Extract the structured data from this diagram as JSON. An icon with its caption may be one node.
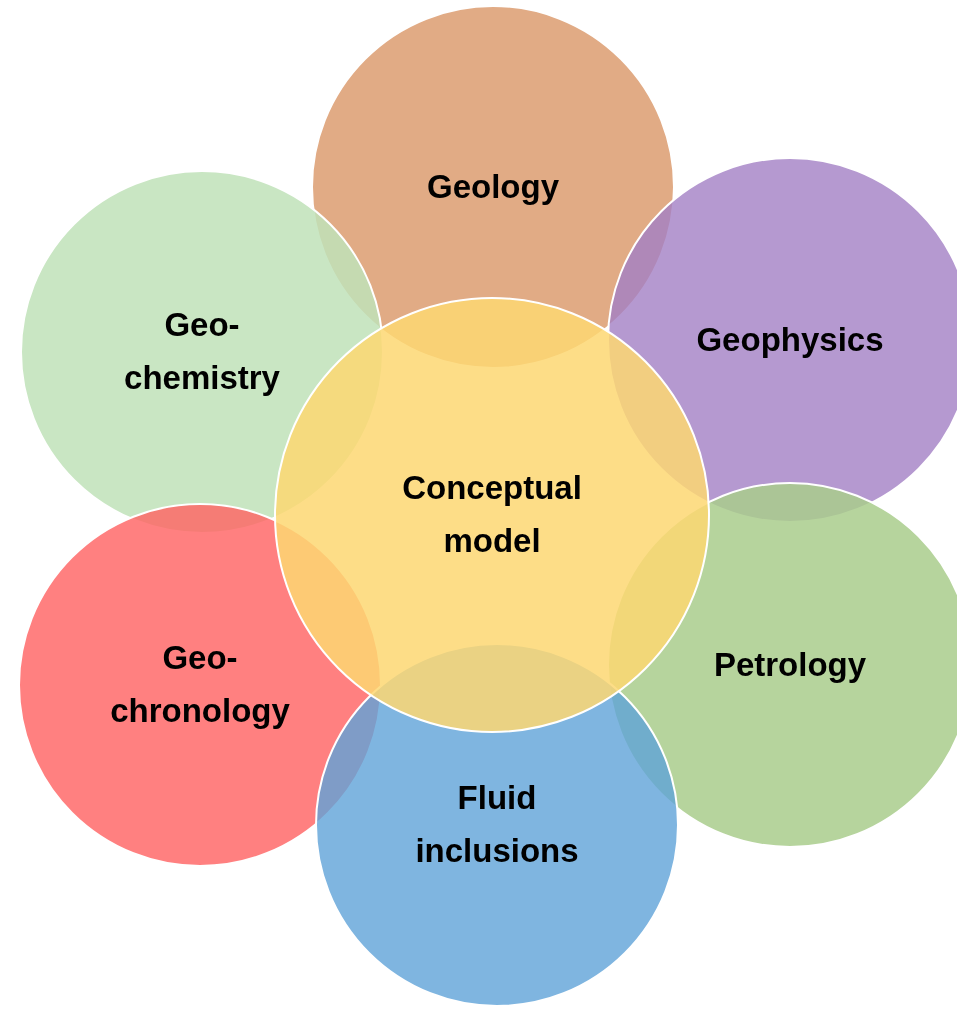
{
  "diagram": {
    "nodes": [
      {
        "text": [
          "Geology"
        ]
      },
      {
        "text": [
          "Geo- chemistry"
        ]
      },
      {
        "text": [
          "Geophysics"
        ]
      },
      {
        "text": [
          "Conceptual model"
        ]
      },
      {
        "text": [
          "Petrology"
        ]
      },
      {
        "text": [
          "Geo- chronology"
        ]
      },
      {
        "text": [
          "Fluid inclusions"
        ]
      }
    ]
  }
}
